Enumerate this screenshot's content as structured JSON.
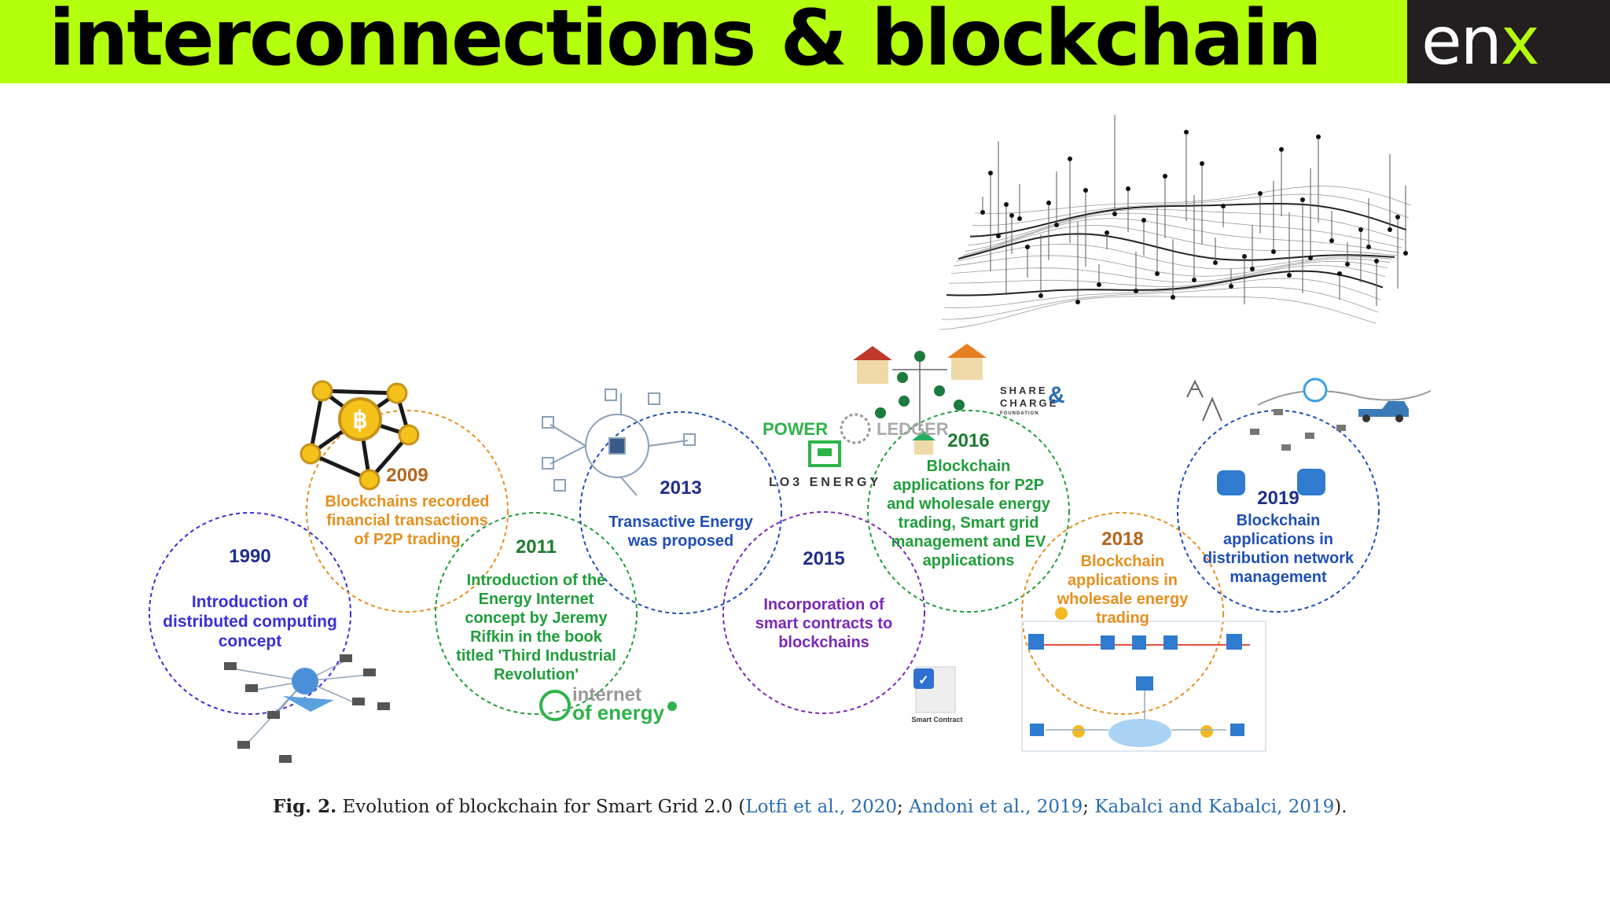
{
  "header": {
    "title": "interconnections & blockchain",
    "logo_text": "en",
    "logo_x": "x"
  },
  "colors": {
    "accent": "#b4ff0d",
    "logo_bg": "#231f20"
  },
  "timeline": [
    {
      "year": "1990",
      "text": [
        "Introduction of",
        "distributed computing",
        "concept"
      ],
      "color": "#3a2fd6",
      "icon": "network-computers-icon"
    },
    {
      "year": "2009",
      "text": [
        "Blockchains recorded",
        "financial transactions",
        "of P2P trading"
      ],
      "color": "#e5901f",
      "icon": "bitcoin-network-icon"
    },
    {
      "year": "2011",
      "text": [
        "Introduction of the",
        "Energy Internet",
        "concept by Jeremy",
        "Rifkin in the book",
        "titled 'Third Industrial",
        "Revolution'"
      ],
      "color": "#1f9e3a",
      "icon": "internet-of-energy-logo"
    },
    {
      "year": "2013",
      "text": [
        "Transactive Energy",
        "was proposed"
      ],
      "color": "#1f4fb5",
      "icon": "smart-city-icon"
    },
    {
      "year": "2015",
      "text": [
        "Incorporation of",
        "smart contracts to",
        "blockchains"
      ],
      "color": "#7a27b8",
      "icon": "smart-contract-icon"
    },
    {
      "year": "2016",
      "text": [
        "Blockchain",
        "applications for P2P",
        "and wholesale energy",
        "trading, Smart grid",
        "management and EV",
        "applications"
      ],
      "color": "#1f9e3a",
      "icon": "p2p-houses-icon"
    },
    {
      "year": "2018",
      "text": [
        "Blockchain",
        "applications in",
        "wholesale energy",
        "trading"
      ],
      "color": "#e5901f",
      "icon": "energy-flow-diagram-icon"
    },
    {
      "year": "2019",
      "text": [
        "Blockchain",
        "applications in",
        "distribution network",
        "management"
      ],
      "color": "#1f4fb5",
      "icon": "grid-distribution-icon"
    }
  ],
  "logos": {
    "power_ledger": "POWER",
    "ledger": "LEDGER",
    "lo3": "LO3 ENERGY",
    "share_charge_1": "SHARE",
    "share_charge_2": "CHARGE",
    "share_charge_3": "FOUNDATION",
    "internet_of_energy_1": "internet",
    "internet_of_energy_2": "of energy",
    "smart_contract": "Smart Contract"
  },
  "caption": {
    "fig": "Fig. 2.",
    "text": "Evolution of blockchain for Smart Grid 2.0 (",
    "ref1": "Lotfi et al.,",
    "year1": "2020",
    "ref2": "Andoni et al.,",
    "year2": "2019",
    "ref3": "Kabalci and Kabalci,",
    "year3": "2019",
    "end": ")."
  }
}
